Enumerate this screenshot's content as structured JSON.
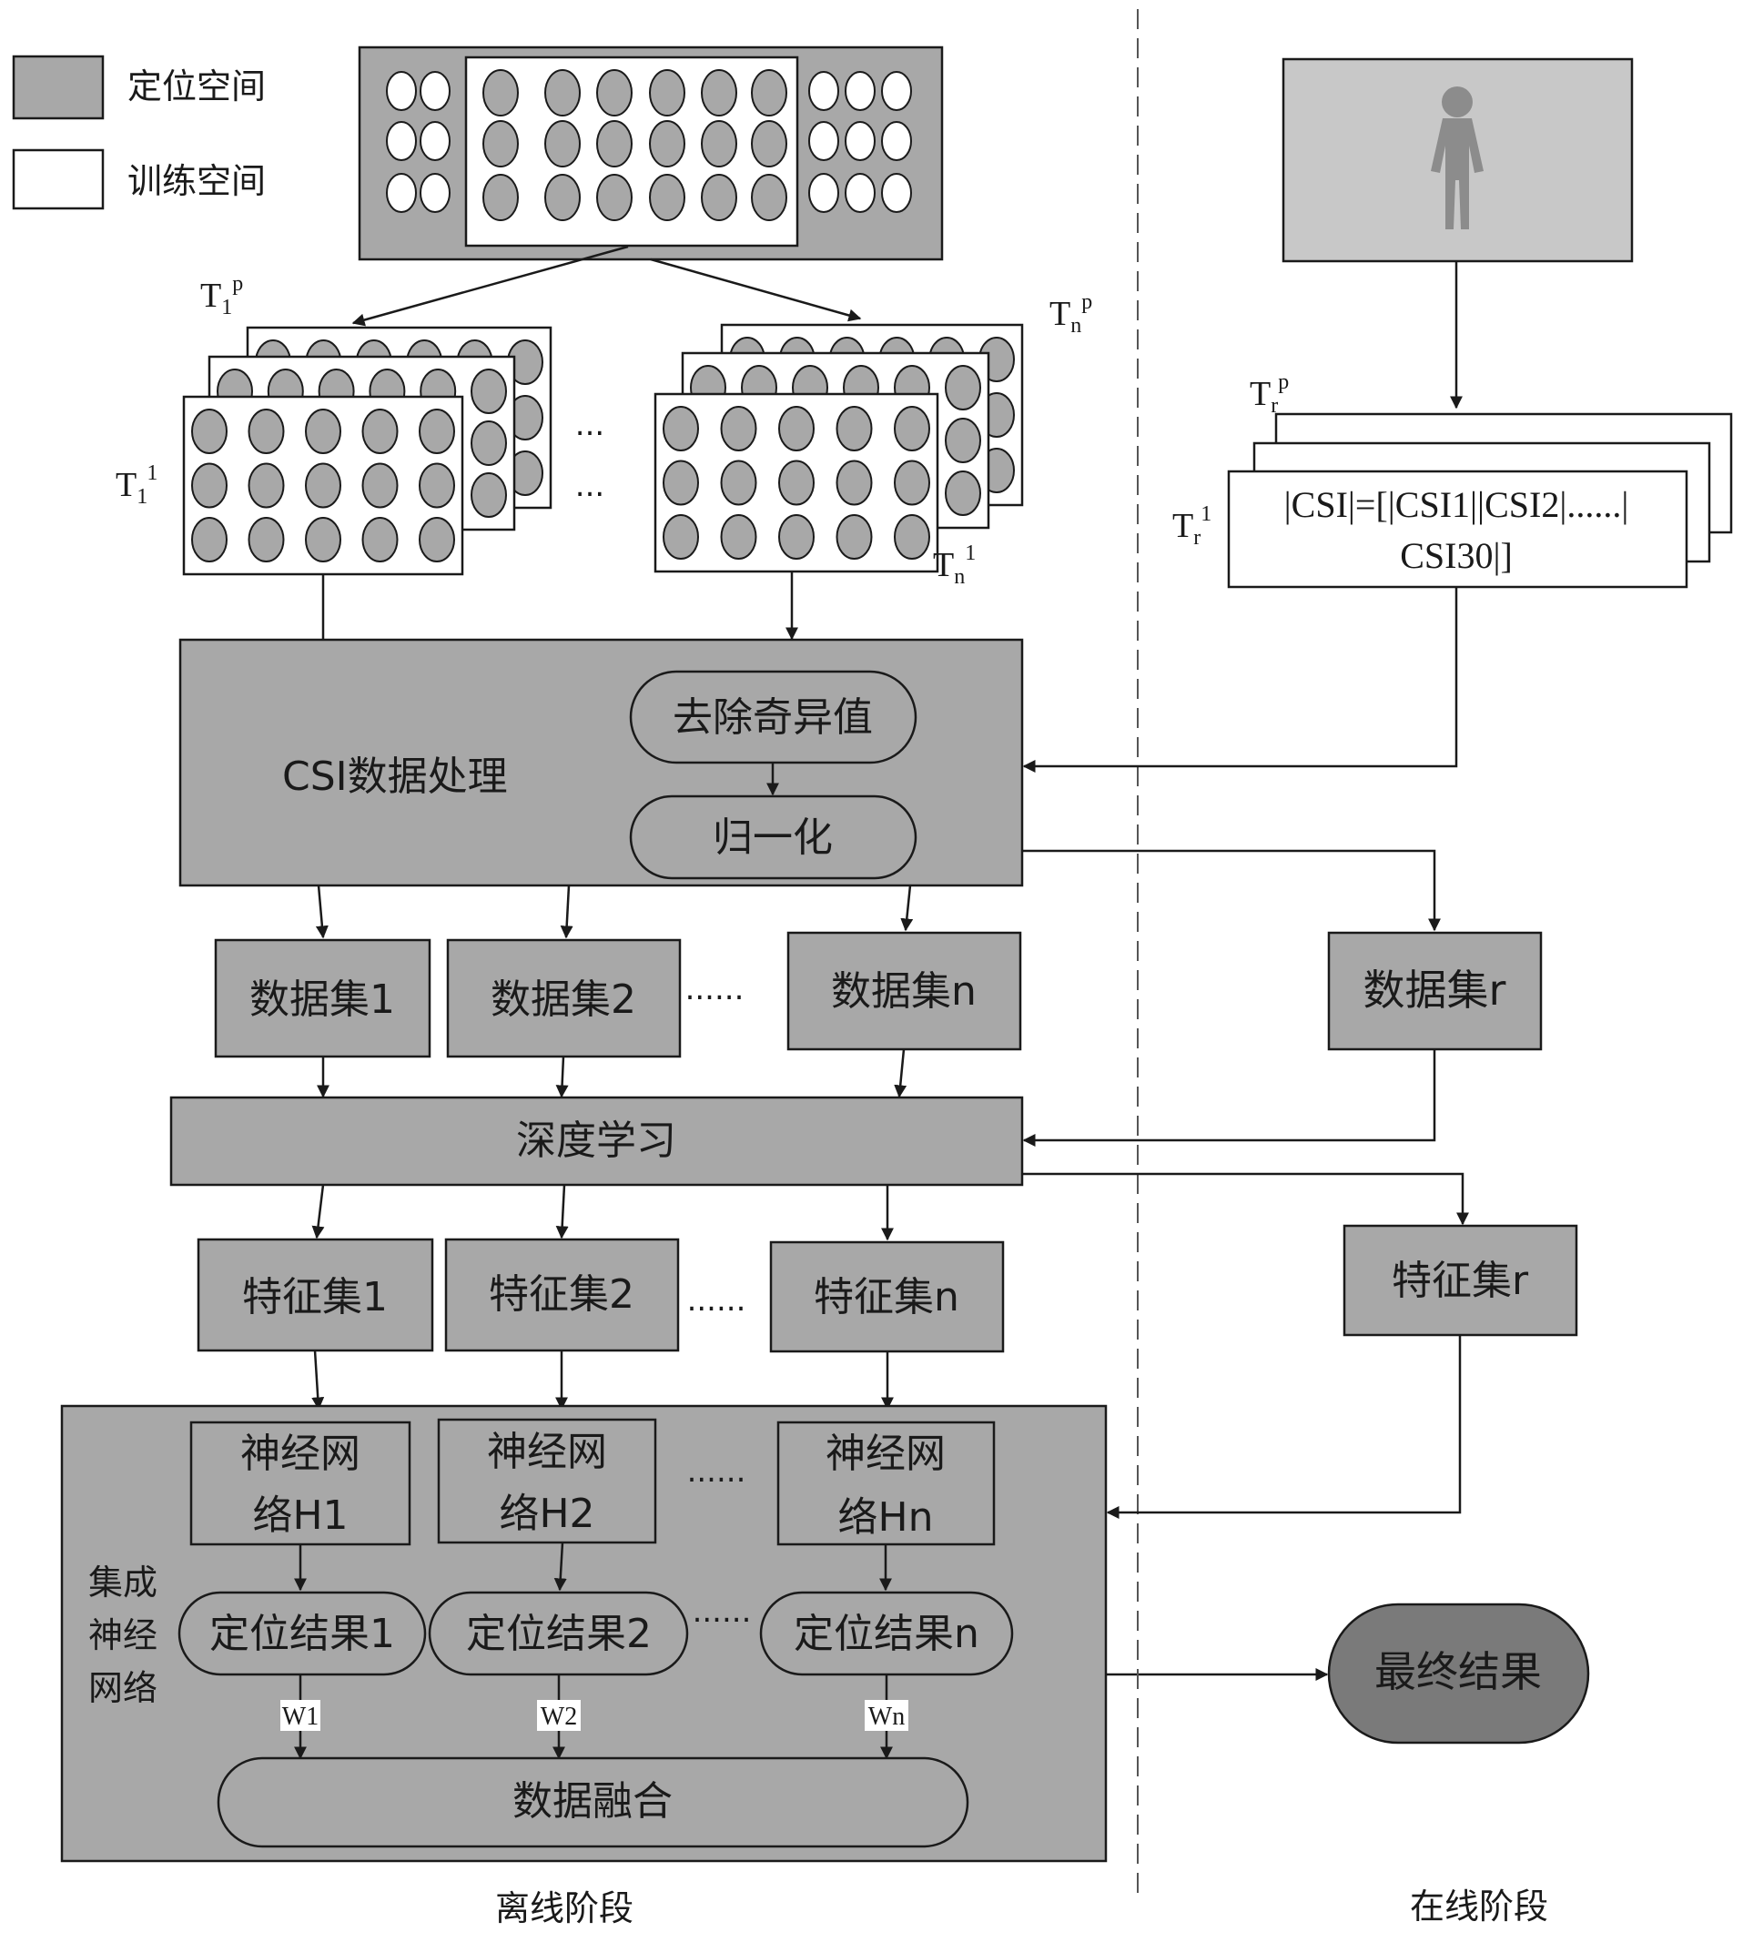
{
  "legend": {
    "positioning_space": "定位空间",
    "training_space": "训练空间"
  },
  "colors": {
    "box_fill": "#a8a8a8",
    "dot_fill": "#a8a8a8",
    "final_fill": "#7a7a7a",
    "room_fill": "#c8c8c8",
    "person_fill": "#8c8c8c",
    "stroke": "#1a1a1a"
  },
  "labels": {
    "t1_top": {
      "base": "T",
      "sub": "1",
      "sup": "p"
    },
    "t1_front": {
      "base": "T",
      "sub": "1",
      "sup": "1"
    },
    "tn_top": {
      "base": "T",
      "sub": "n",
      "sup": "p"
    },
    "tn_front": {
      "base": "T",
      "sub": "n",
      "sup": "1"
    },
    "tr_top": {
      "base": "T",
      "sub": "r",
      "sup": "p"
    },
    "tr_front": {
      "base": "T",
      "sub": "r",
      "sup": "1"
    },
    "ellipsis_short": "...",
    "ellipsis_long": "......"
  },
  "csi_formula": {
    "line1": "|CSI|=[|CSI1||CSI2|......|",
    "line2": "CSI30|]"
  },
  "processing": {
    "title": "CSI数据处理",
    "remove_outliers": "去除奇异值",
    "normalize": "归一化"
  },
  "datasets": [
    "数据集1",
    "数据集2",
    "数据集n"
  ],
  "dataset_r": "数据集r",
  "deep_learning": "深度学习",
  "features": [
    "特征集1",
    "特征集2",
    "特征集n"
  ],
  "feature_r": "特征集r",
  "ensemble": {
    "label_lines": [
      "集成",
      "神经",
      "网络"
    ],
    "networks": [
      {
        "line1": "神经网",
        "line2": "络H1"
      },
      {
        "line1": "神经网",
        "line2": "络H2"
      },
      {
        "line1": "神经网",
        "line2": "络Hn"
      }
    ],
    "results": [
      "定位结果1",
      "定位结果2",
      "定位结果n"
    ],
    "weights": [
      "W1",
      "W2",
      "Wn"
    ],
    "fusion": "数据融合"
  },
  "final_result": "最终结果",
  "phases": {
    "offline": "离线阶段",
    "online": "在线阶段"
  }
}
